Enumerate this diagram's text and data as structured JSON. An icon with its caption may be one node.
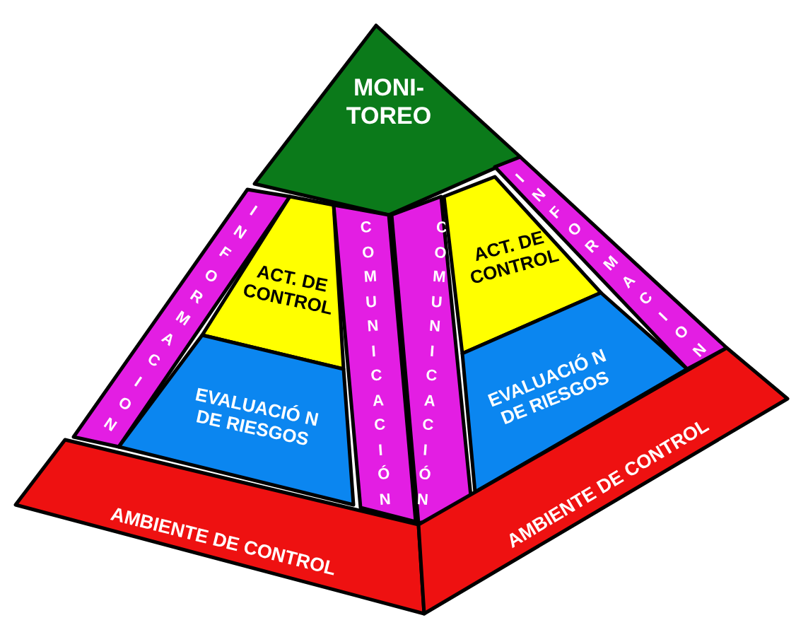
{
  "diagram": {
    "nodes": [
      {
        "text": [
          "MONI- TOREO"
        ]
      },
      {
        "text": [
          "INFORMACION"
        ]
      },
      {
        "text": [
          "ACT. DE CONTROL"
        ]
      },
      {
        "text": [
          "COMUNICACIÓN"
        ]
      },
      {
        "text": [
          "COMUNICACIÓN"
        ]
      },
      {
        "text": [
          "ACT. DE CONTROL"
        ]
      },
      {
        "text": [
          "INFORMACION"
        ]
      },
      {
        "text": [
          "EVALUACIÓ N DE RIESGOS"
        ]
      },
      {
        "text": [
          "EVALUACIÓ N DE RIESGOS"
        ]
      },
      {
        "text": [
          "AMBIENTE DE CONTROL"
        ]
      },
      {
        "text": [
          "AMBIENTE DE CONTROL"
        ]
      }
    ]
  }
}
